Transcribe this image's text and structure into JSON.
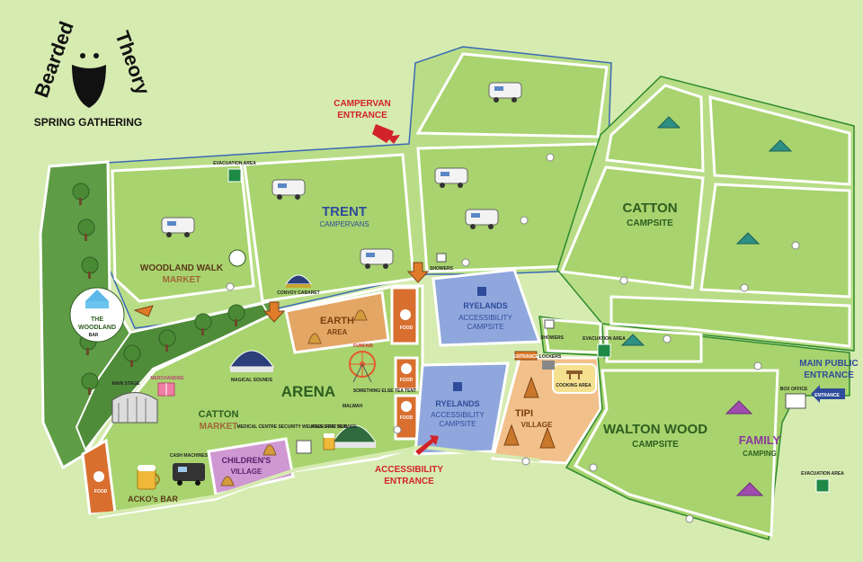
{
  "logo": {
    "line1": "Bearded",
    "line2": "Theory",
    "line3": "SPRING GATHERING"
  },
  "areas": {
    "trent": {
      "title": "TRENT",
      "sub": "CAMPERVANS"
    },
    "catton_campsite": {
      "title": "CATTON",
      "sub": "CAMPSITE"
    },
    "woodland_walk": {
      "title": "WOODLAND WALK",
      "sub": "MARKET"
    },
    "the_woodland": {
      "line1": "THE",
      "line2": "WOODLAND",
      "bar": "BAR"
    },
    "earth": {
      "title": "EARTH",
      "sub": "AREA"
    },
    "ryelands_top": {
      "title": "RYELANDS",
      "sub1": "ACCESSIBILITY",
      "sub2": "CAMPSITE"
    },
    "ryelands_bottom": {
      "title": "RYELANDS",
      "sub1": "ACCESSIBILITY",
      "sub2": "CAMPSITE"
    },
    "arena": {
      "title": "ARENA"
    },
    "catton_market": {
      "title": "CATTON",
      "sub": "MARKET"
    },
    "childrens_village": {
      "title": "CHILDREN'S",
      "sub": "VILLAGE"
    },
    "tipi": {
      "title": "TIPI",
      "sub": "VILLAGE"
    },
    "walton_wood": {
      "title": "WALTON WOOD",
      "sub": "CAMPSITE"
    },
    "family": {
      "title": "FAMILY",
      "sub": "CAMPING"
    },
    "ackos_bar": {
      "title": "ACKO's BAR"
    }
  },
  "entrances": {
    "campervan": {
      "line1": "CAMPERVAN",
      "line2": "ENTRANCE"
    },
    "accessibility": {
      "line1": "ACCESSIBILITY",
      "line2": "ENTRANCE"
    },
    "main_public": {
      "line1": "MAIN PUBLIC",
      "line2": "ENTRANCE"
    }
  },
  "small_labels": {
    "evacuation_area_top": "EVACUATION AREA",
    "evacuation_area_mid": "EVACUATION AREA",
    "evacuation_area_right": "EVACUATION AREA",
    "convoy_cabaret": "CONVOY CABARET",
    "showers_top": "SHOWERS",
    "showers_mid": "SHOWERS",
    "funfair": "FUNFAIR",
    "magical_sounds": "MAGICAL SOUNDS",
    "main_stage": "MAIN STAGE",
    "merchandise": "MERCHANDISE",
    "malwah": "MALWAH",
    "something_else_tea_tent": "SOMETHING ELSE TEA TENT",
    "holy_goat_pub": "HOLY GOAT PUB",
    "medical_centre": "MEDICAL CENTRE SECURITY WELFARE FIRE SERVICE",
    "cash_machines": "CASH MACHINES",
    "lockers": "LOCKERS",
    "cooking_area": "COOKING AREA",
    "box_office": "BOX OFFICE"
  },
  "food_labels": [
    "FOOD",
    "FOOD",
    "FOOD",
    "FOOD"
  ],
  "arrow_labels": {
    "entrance": "ENTRANCE"
  },
  "colors": {
    "background": "#d6ebb0",
    "field": "#a8d36e",
    "woodland": "#5e9c45",
    "accessibility_zone": "#8fa7dc",
    "earth_zone": "#e4a664",
    "food_zone": "#d96f2f",
    "childrens_zone": "#cf98d2",
    "tipi_zone": "#f2c08a",
    "entrance_red": "#d2232a",
    "entrance_blue": "#2f4c9b"
  }
}
